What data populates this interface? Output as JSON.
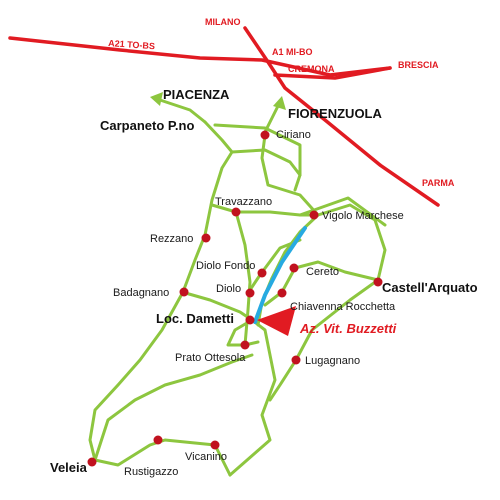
{
  "map": {
    "highways": {
      "a21": "A21 TO-BS",
      "milano": "MILANO",
      "a1": "A1 MI-BO",
      "cremona": "CREMONA",
      "brescia": "BRESCIA",
      "parma": "PARMA"
    },
    "directions": {
      "piacenza": "PIACENZA",
      "fiorenzuola": "FIORENZUOLA"
    },
    "places": {
      "carpaneto": "Carpaneto P.no",
      "ciriano": "Ciriano",
      "travazzano": "Travazzano",
      "vigolo": "Vigolo Marchese",
      "rezzano": "Rezzano",
      "diolo_fondo": "Diolo Fondo",
      "cereto": "Cereto",
      "diolo": "Diolo",
      "badagnano": "Badagnano",
      "castell_arquato": "Castell'Arquato",
      "chiavenna": "Chiavenna Rocchetta",
      "loc_dametti": "Loc. Dametti",
      "prato_ottesola": "Prato Ottesola",
      "lugagnano": "Lugagnano",
      "vicanino": "Vicanino",
      "veleia": "Veleia",
      "rustigazzo": "Rustigazzo"
    },
    "pin_label": "Az. Vit. Buzzetti",
    "colors": {
      "roads": "#8dc63f",
      "highways": "#e11b22",
      "river": "#27aae1",
      "towns": "#c1121f",
      "pin": "#e11b22"
    }
  }
}
